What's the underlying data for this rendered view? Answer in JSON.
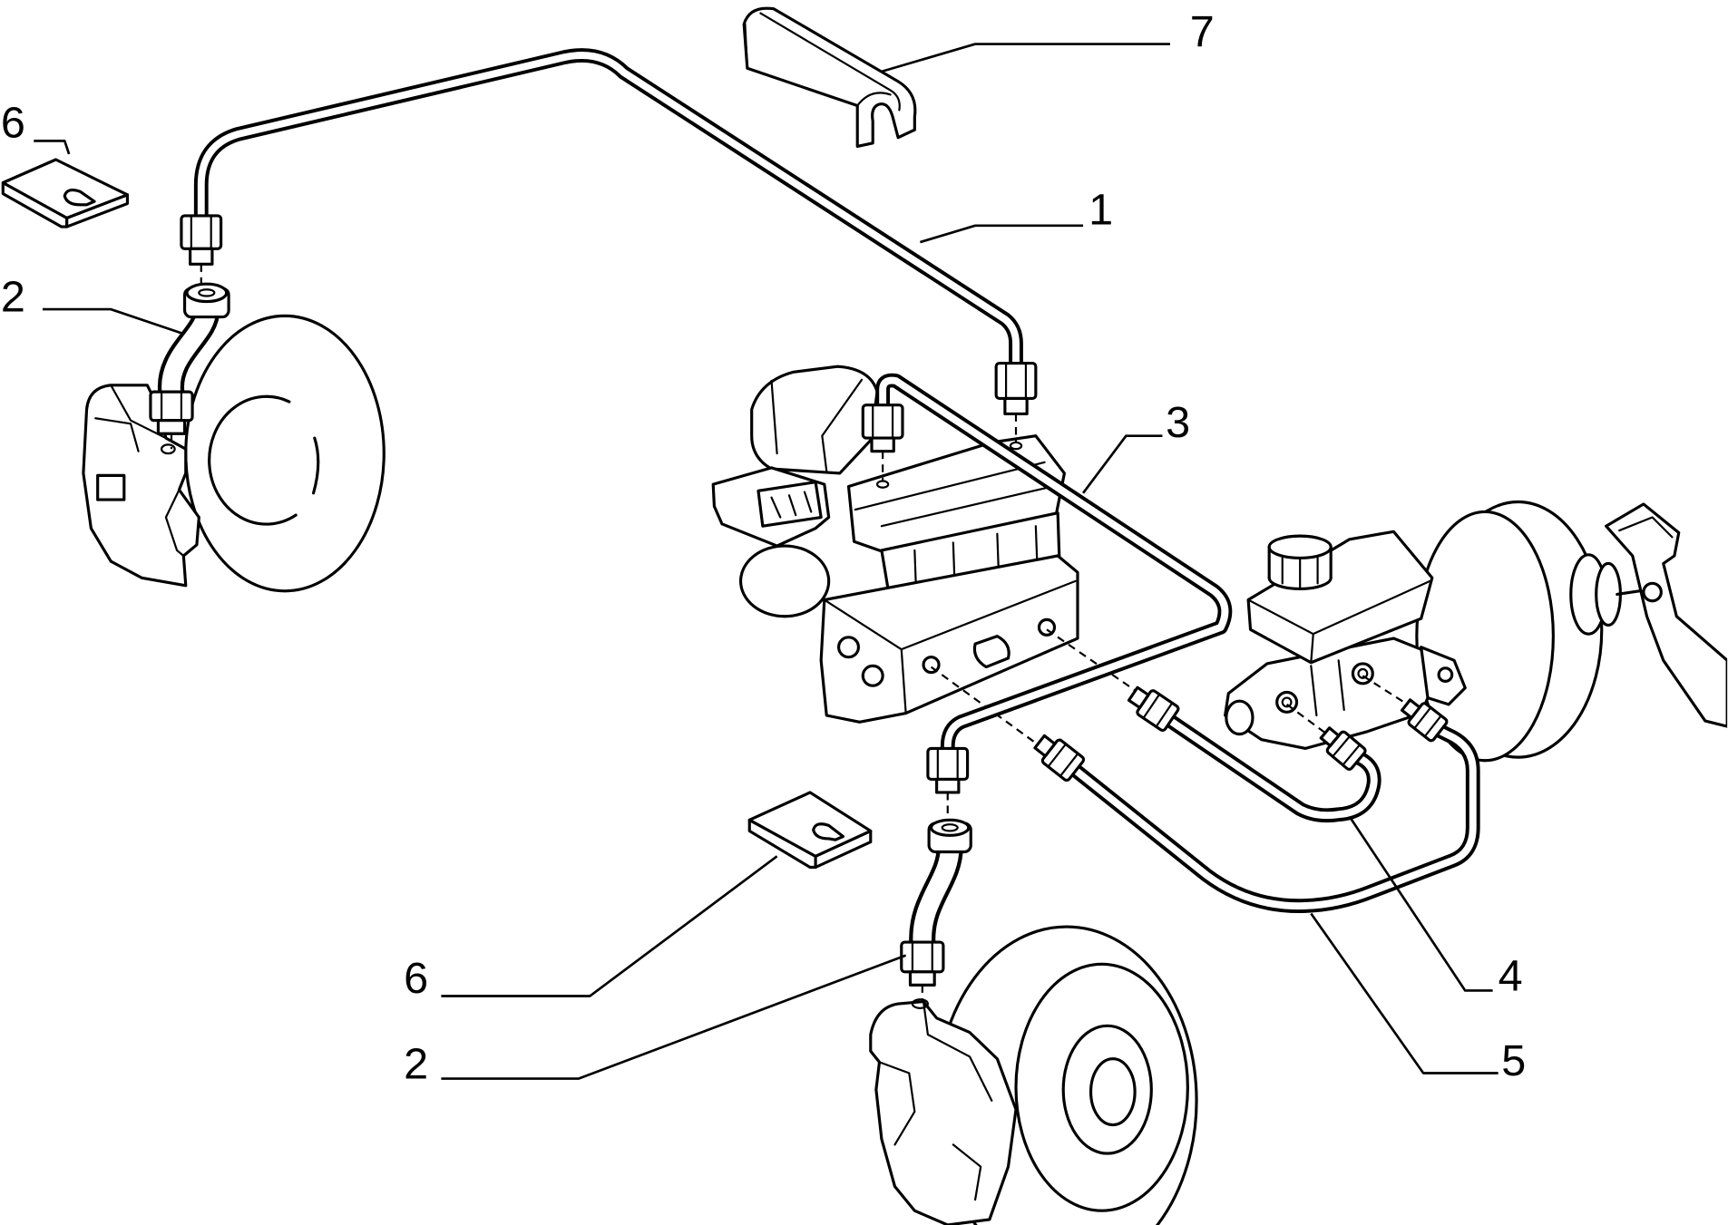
{
  "callouts": [
    {
      "label": "7"
    },
    {
      "label": "6"
    },
    {
      "label": "1"
    },
    {
      "label": "2"
    },
    {
      "label": "3"
    },
    {
      "label": "4"
    },
    {
      "label": "5"
    },
    {
      "label": "6"
    },
    {
      "label": "2"
    }
  ],
  "colors": {
    "ink": "#000000",
    "paper": "#ffffff"
  }
}
